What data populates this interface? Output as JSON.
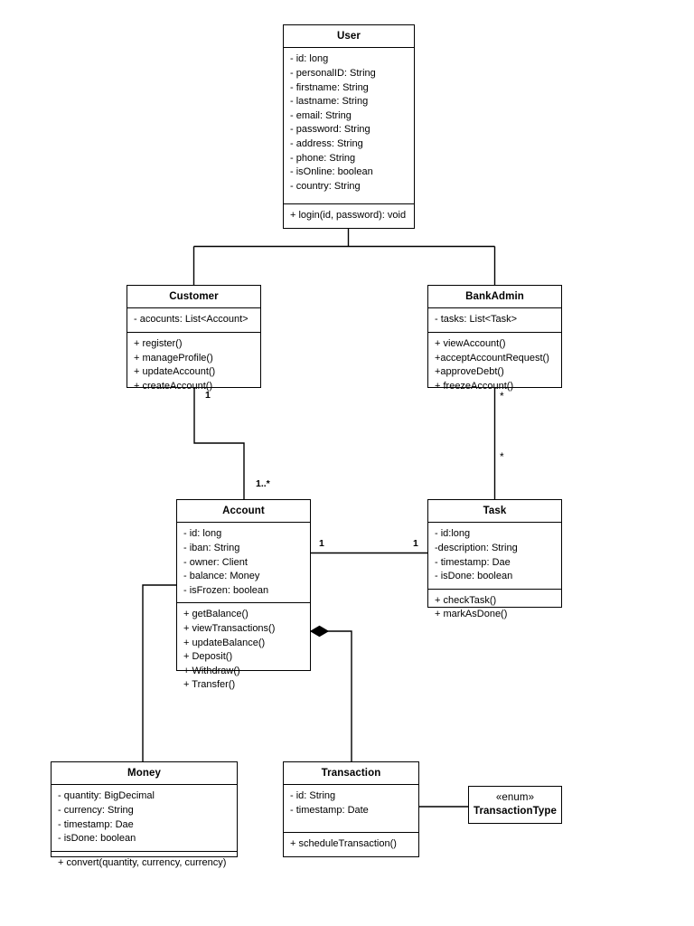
{
  "diagram": {
    "title": "Banking System UML Class Diagram",
    "type": "uml-class-diagram",
    "background": "#ffffff",
    "line_color": "#000000"
  },
  "classes": {
    "user": {
      "name": "User",
      "attributes": [
        "- id: long",
        "- personalID: String",
        "- firstname: String",
        "- lastname: String",
        "- email: String",
        "- password: String",
        "- address: String",
        "- phone: String",
        "- isOnline: boolean",
        "- country: String"
      ],
      "methods": [
        "+ login(id, password): void"
      ]
    },
    "customer": {
      "name": "Customer",
      "attributes": [
        "- acocunts: List<Account>"
      ],
      "methods": [
        "+ register()",
        "+ manageProfile()",
        "+ updateAccount()",
        "+ createAccount()"
      ]
    },
    "bankadmin": {
      "name": "BankAdmin",
      "attributes": [
        "- tasks: List<Task>"
      ],
      "methods": [
        "+ viewAccount()",
        "+acceptAccountRequest()",
        "+approveDebt()",
        "+ freezeAccount()"
      ]
    },
    "account": {
      "name": "Account",
      "attributes": [
        "- id: long",
        "- iban: String",
        "- owner: Client",
        "- balance: Money",
        "- isFrozen: boolean"
      ],
      "methods": [
        "+ getBalance()",
        "+ viewTransactions()",
        "+ updateBalance()",
        "+ Deposit()",
        "+ Withdraw()",
        "+ Transfer()"
      ]
    },
    "task": {
      "name": "Task",
      "attributes": [
        "- id:long",
        "-description: String",
        "- timestamp: Dae",
        "- isDone: boolean"
      ],
      "methods": [
        "+ checkTask()",
        "+ markAsDone()"
      ]
    },
    "money": {
      "name": "Money",
      "attributes": [
        "- quantity: BigDecimal",
        "- currency: String",
        "- timestamp: Dae",
        "- isDone: boolean"
      ],
      "methods": [
        "+ convert(quantity, currency, currency)"
      ]
    },
    "transaction": {
      "name": "Transaction",
      "attributes": [
        "- id: String",
        "- timestamp: Date"
      ],
      "methods": [
        "+ scheduleTransaction()"
      ]
    },
    "transactiontype": {
      "stereotype": "«enum»",
      "name": "TransactionType"
    }
  },
  "multiplicities": {
    "customer_end": "1",
    "account_from_customer_end": "1..*",
    "bankadmin_end": "*",
    "task_from_bankadmin_end": "*",
    "account_to_task_end": "1",
    "task_to_account_end": "1"
  },
  "relationships": [
    {
      "name": "customer-inherits-user",
      "type": "generalization",
      "from": "Customer",
      "to": "User"
    },
    {
      "name": "bankadmin-inherits-user",
      "type": "generalization",
      "from": "BankAdmin",
      "to": "User"
    },
    {
      "name": "customer-owns-account",
      "type": "association",
      "from": "Customer",
      "to": "Account",
      "from_mult": "1",
      "to_mult": "1..*"
    },
    {
      "name": "bankadmin-has-tasks",
      "type": "association",
      "from": "BankAdmin",
      "to": "Task",
      "from_mult": "*",
      "to_mult": "*"
    },
    {
      "name": "account-task-link",
      "type": "association",
      "from": "Account",
      "to": "Task",
      "from_mult": "1",
      "to_mult": "1"
    },
    {
      "name": "account-composes-money",
      "type": "composition",
      "from": "Account",
      "to": "Money"
    },
    {
      "name": "account-composes-transaction",
      "type": "composition",
      "from": "Account",
      "to": "Transaction"
    },
    {
      "name": "transaction-uses-transactiontype",
      "type": "association",
      "from": "Transaction",
      "to": "TransactionType"
    }
  ]
}
